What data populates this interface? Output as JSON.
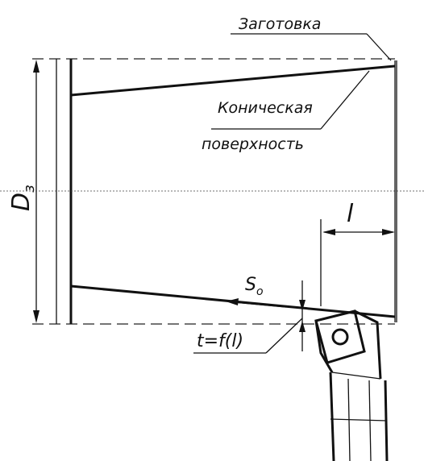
{
  "labels": {
    "zagotovka": "Заготовка",
    "konicheskaya": "Коническая",
    "poverkhnost": "поверхность",
    "diameter": "D",
    "diameter_sub": "з",
    "length": "l",
    "feed": "S",
    "feed_sub": "o",
    "depth": "t=f(l)"
  }
}
